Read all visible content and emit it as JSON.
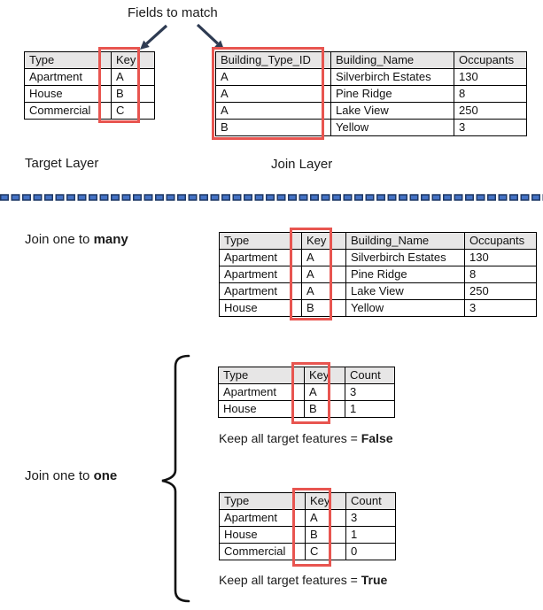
{
  "header": {
    "title": "Fields to match"
  },
  "colors": {
    "highlight_red": "#e85550",
    "dash_blue": "#4472c4",
    "dash_navy": "#1f3864",
    "arrow_navy": "#2e3b52",
    "table_header_gray": "#e7e6e6"
  },
  "top": {
    "target_table": {
      "headers": [
        "Type",
        "Key"
      ],
      "rows": [
        [
          "Apartment",
          "A"
        ],
        [
          "House",
          "B"
        ],
        [
          "Commercial",
          "C"
        ]
      ]
    },
    "join_table": {
      "headers": [
        "Building_Type_ID",
        "Building_Name",
        "Occupants"
      ],
      "rows": [
        [
          "A",
          "Silverbirch Estates",
          "130"
        ],
        [
          "A",
          "Pine Ridge",
          "8"
        ],
        [
          "A",
          "Lake View",
          "250"
        ],
        [
          "B",
          "Yellow",
          "3"
        ]
      ]
    },
    "target_label": "Target Layer",
    "join_label": "Join Layer"
  },
  "join_many": {
    "label_prefix": "Join one to ",
    "label_bold": "many",
    "table": {
      "headers": [
        "Type",
        "Key",
        "Building_Name",
        "Occupants"
      ],
      "rows": [
        [
          "Apartment",
          "A",
          "Silverbirch Estates",
          "130"
        ],
        [
          "Apartment",
          "A",
          "Pine Ridge",
          "8"
        ],
        [
          "Apartment",
          "A",
          "Lake View",
          "250"
        ],
        [
          "House",
          "B",
          "Yellow",
          "3"
        ]
      ]
    }
  },
  "join_one": {
    "label_prefix": "Join one to ",
    "label_bold": "one",
    "false_table": {
      "headers": [
        "Type",
        "Key",
        "Count"
      ],
      "rows": [
        [
          "Apartment",
          "A",
          "3"
        ],
        [
          "House",
          "B",
          "1"
        ]
      ]
    },
    "false_caption_prefix": "Keep all target features = ",
    "false_caption_bold": "False",
    "true_table": {
      "headers": [
        "Type",
        "Key",
        "Count"
      ],
      "rows": [
        [
          "Apartment",
          "A",
          "3"
        ],
        [
          "House",
          "B",
          "1"
        ],
        [
          "Commercial",
          "C",
          "0"
        ]
      ]
    },
    "true_caption_prefix": "Keep all target features = ",
    "true_caption_bold": "True"
  }
}
